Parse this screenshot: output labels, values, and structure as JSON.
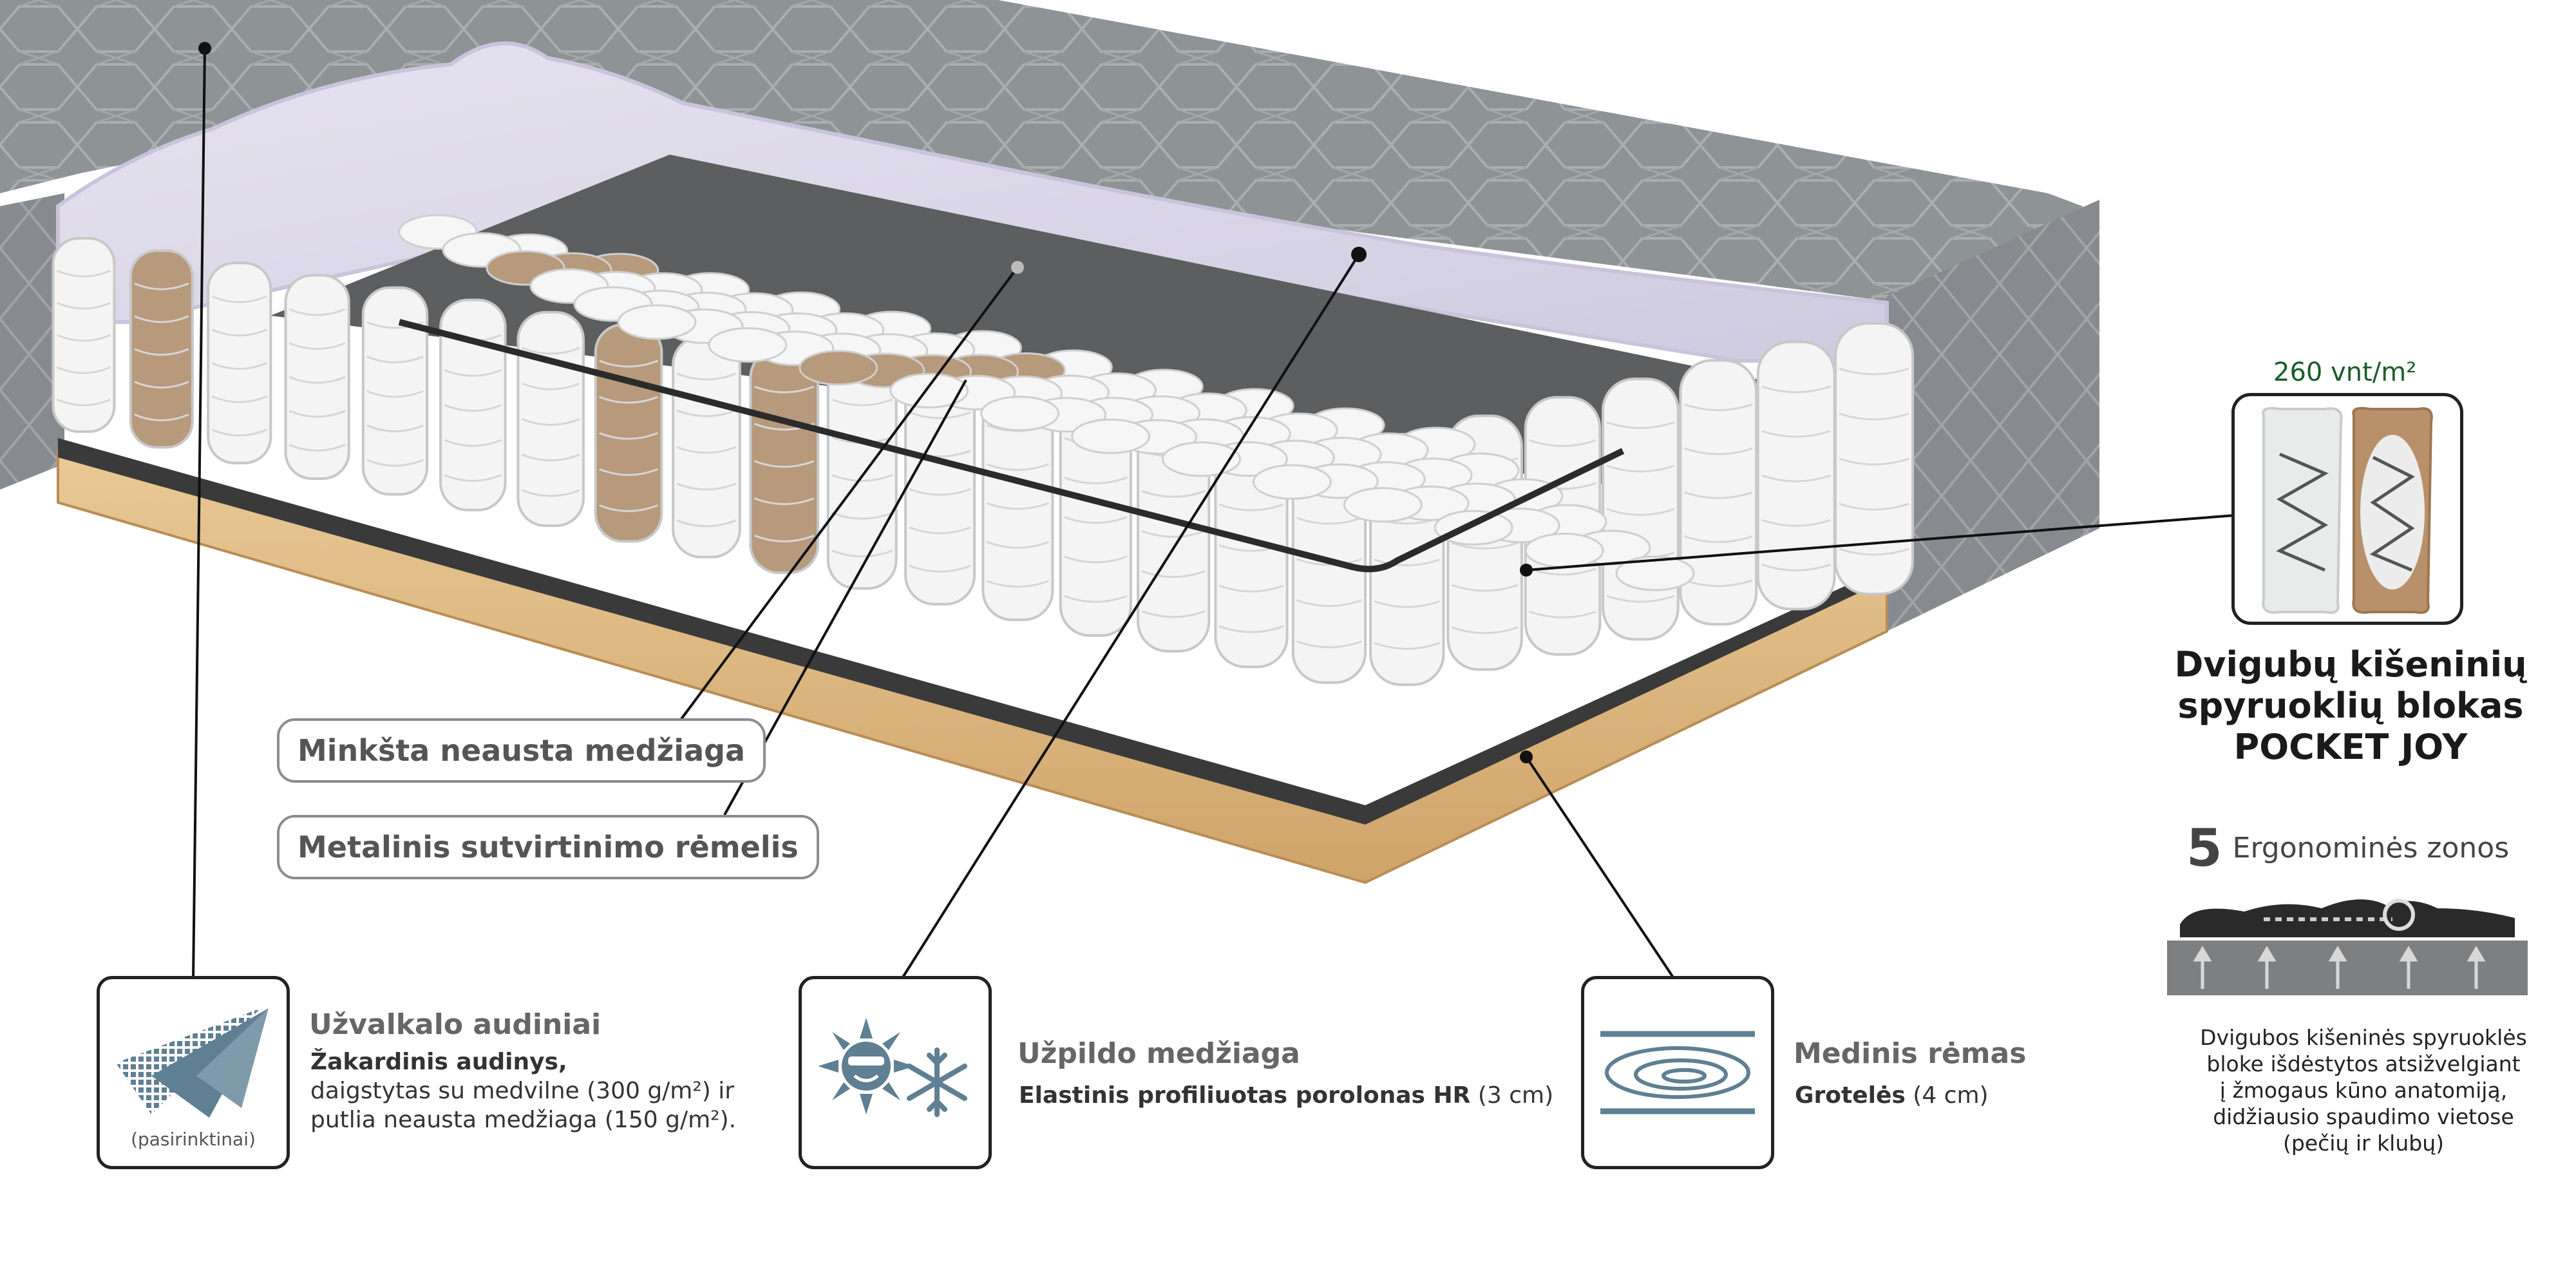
{
  "callouts": {
    "soft_fabric": "Minkšta neausta medžiaga",
    "metal_frame": "Metalinis sutvirtinimo rėmelis"
  },
  "cover": {
    "title": "Užvalkalo audiniai",
    "line1_bold": "Žakardinis audinys,",
    "line2": "daigstytas su medvilne (300 g/m²) ir",
    "line3": "putlia neausta medžiaga (150 g/m²).",
    "icon_caption": "(pasirinktinai)"
  },
  "filling": {
    "title": "Užpildo medžiaga",
    "line_bold": "Elastinis profiliuotas porolonas HR",
    "line_rest": " (3 cm)"
  },
  "frame": {
    "title": "Medinis rėmas",
    "line_bold": "Grotelės",
    "line_rest": " (4 cm)"
  },
  "pocket": {
    "density": "260 vnt/m²",
    "title_line1": "Dvigubų kišeninių",
    "title_line2": "spyruoklių blokas",
    "title_line3": "POCKET JOY"
  },
  "zones": {
    "number": "5",
    "label": "Ergonominės zonos",
    "desc1": "Dvigubos kišeninės spyruoklės",
    "desc2": "bloke išdėstytos atsižvelgiant",
    "desc3": "į žmogaus kūno anatomiją,",
    "desc4": "didžiausio spaudimo vietose",
    "desc5": "(pečių ir klubų)"
  },
  "colors": {
    "cover_grey": "#8e9396",
    "foam_lilac": "#ddd9ea",
    "wood": "#e3c08c",
    "spring_white": "#f4f4f4",
    "spring_tan": "#b79a7c",
    "icon_blue": "#5f7f92",
    "density_green": "#1a5c2a"
  },
  "icons": [
    "fabric-layers-icon",
    "sun-snowflake-icon",
    "wooden-slats-icon",
    "pocket-spring-icon",
    "body-zones-icon"
  ]
}
